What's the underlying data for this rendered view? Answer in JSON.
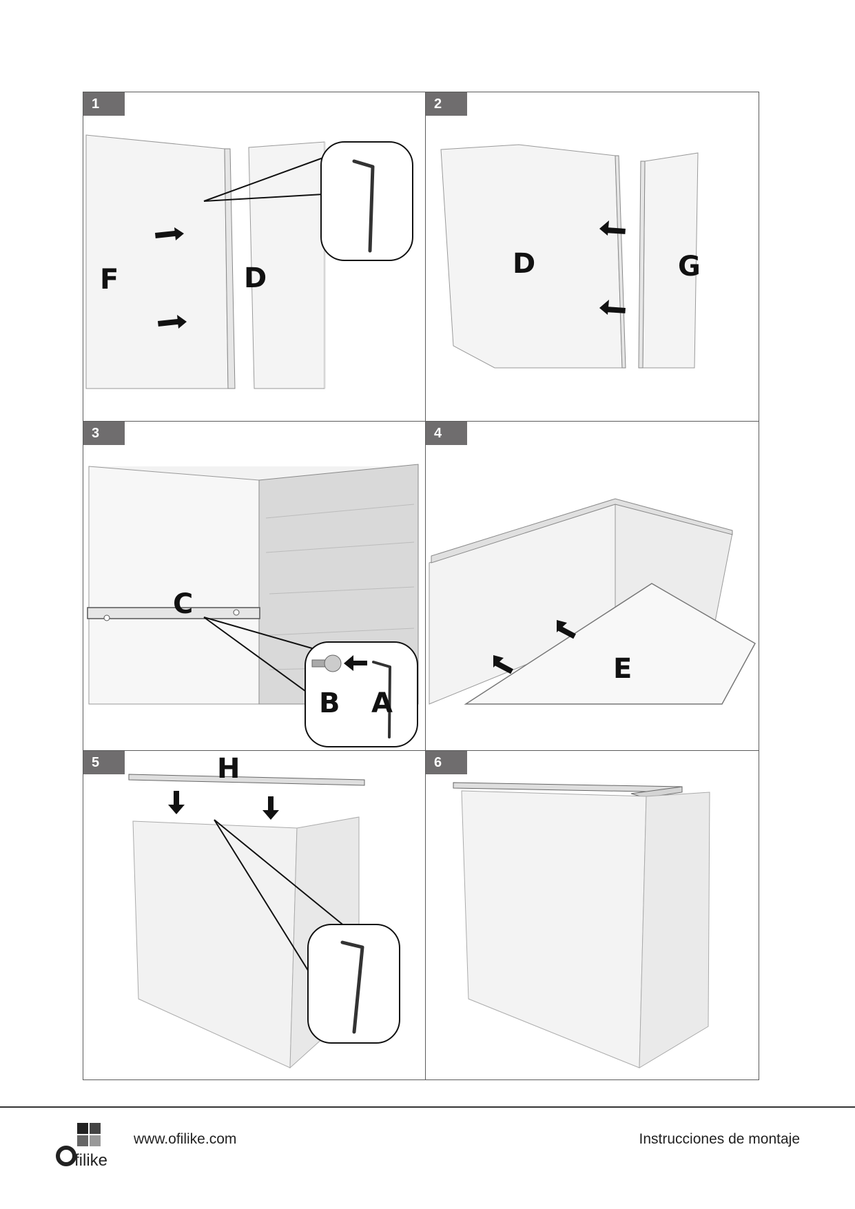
{
  "steps": [
    {
      "number": "1",
      "labels": [
        "F",
        "D"
      ]
    },
    {
      "number": "2",
      "labels": [
        "D",
        "G"
      ]
    },
    {
      "number": "3",
      "labels": [
        "C",
        "B",
        "A"
      ]
    },
    {
      "number": "4",
      "labels": [
        "E"
      ]
    },
    {
      "number": "5",
      "labels": [
        "H"
      ]
    },
    {
      "number": "6",
      "labels": []
    }
  ],
  "footer": {
    "brand": "filike",
    "website": "www.ofilike.com",
    "title": "Instrucciones de montaje"
  },
  "icons": [
    "allen-key-icon",
    "screw-icon",
    "arrow-icon",
    "logo-squares-icon"
  ]
}
